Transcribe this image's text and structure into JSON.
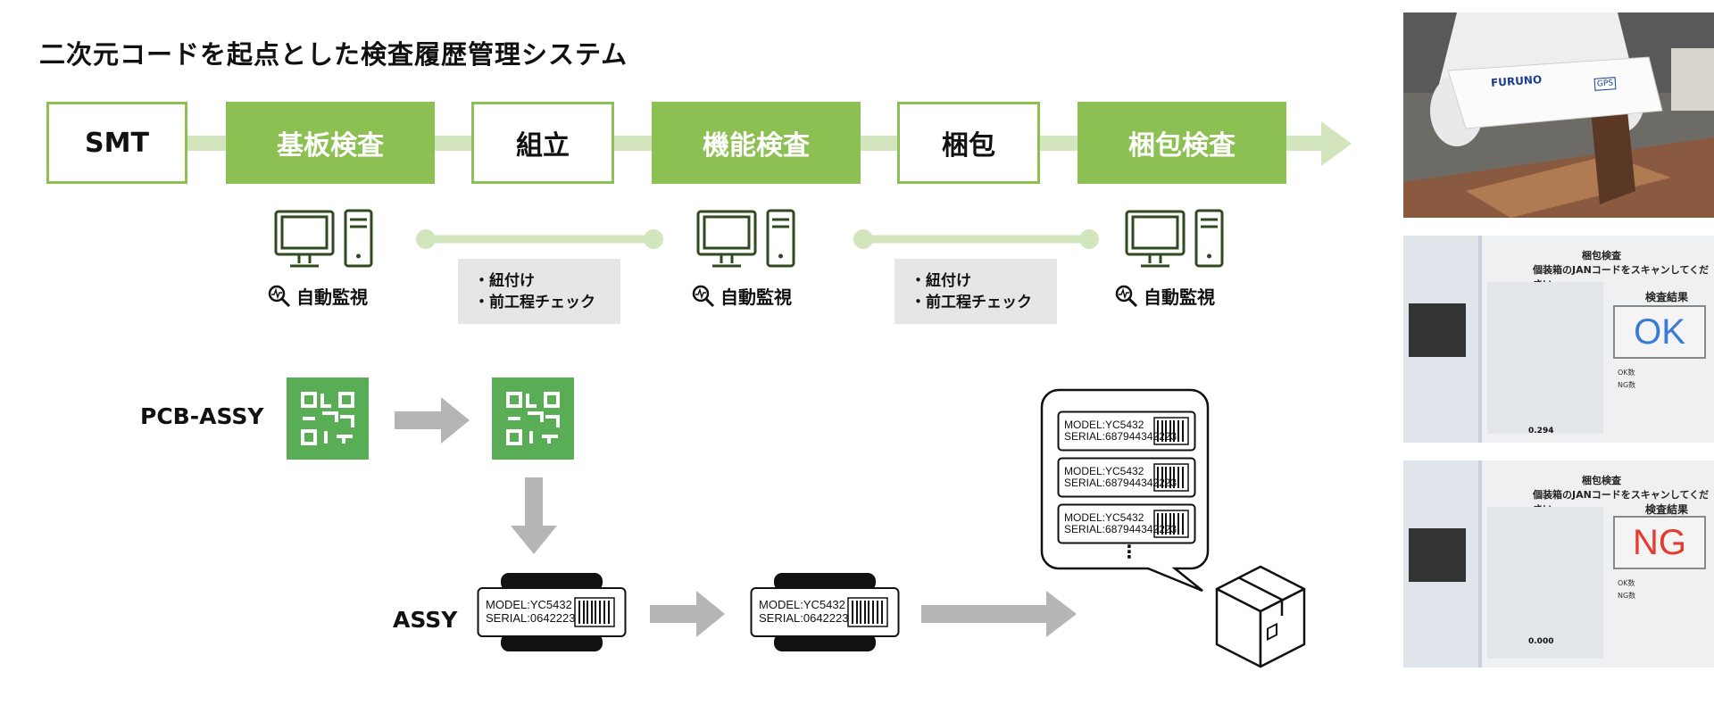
{
  "title": "二次元コードを起点とした検査履歴管理システム",
  "processes": [
    {
      "label": "SMT",
      "style": "outline"
    },
    {
      "label": "基板検査",
      "style": "filled"
    },
    {
      "label": "組立",
      "style": "outline"
    },
    {
      "label": "機能検査",
      "style": "filled"
    },
    {
      "label": "梱包",
      "style": "outline"
    },
    {
      "label": "梱包検査",
      "style": "filled"
    }
  ],
  "monitor_label": "自動監視",
  "notes": [
    {
      "line1": "・紐付け",
      "line2": "・前工程チェック"
    },
    {
      "line1": "・紐付け",
      "line2": "・前工程チェック"
    }
  ],
  "pcb_label": "PCB-ASSY",
  "assy_label": "ASSY",
  "assy_tags": [
    {
      "model": "MODEL:YC5432",
      "serial": "SERIAL:0642223"
    },
    {
      "model": "MODEL:YC5432",
      "serial": "SERIAL:0642223"
    }
  ],
  "bubble_tags": [
    {
      "model": "MODEL:YC5432",
      "serial": "SERIAL:687944342223"
    },
    {
      "model": "MODEL:YC5432",
      "serial": "SERIAL:687944342223"
    },
    {
      "model": "MODEL:YC5432",
      "serial": "SERIAL:687944342223"
    }
  ],
  "bubble_ellipsis": "⋮",
  "photo_box": {
    "brand": "FURUNO",
    "badge": "GPS"
  },
  "screens": [
    {
      "window_title": "梱包検査",
      "instruction": "個装箱のJANコードをスキャンしてください",
      "result_header": "検査結果",
      "result": "OK",
      "result_color": "#3a7bd5",
      "ok_count_label": "OK数",
      "ng_count_label": "NG数",
      "reading": "0.294"
    },
    {
      "window_title": "梱包検査",
      "instruction": "個装箱のJANコードをスキャンしてください",
      "result_header": "検査結果",
      "result": "NG",
      "result_color": "#e53b2f",
      "ok_count_label": "OK数",
      "ng_count_label": "NG数",
      "reading": "0.000"
    }
  ],
  "colors": {
    "accent": "#8dc052",
    "flow": "#d3e5bc",
    "qr": "#58ad55",
    "arrow": "#b5b5b5",
    "dark_green": "#2f4a1f"
  }
}
